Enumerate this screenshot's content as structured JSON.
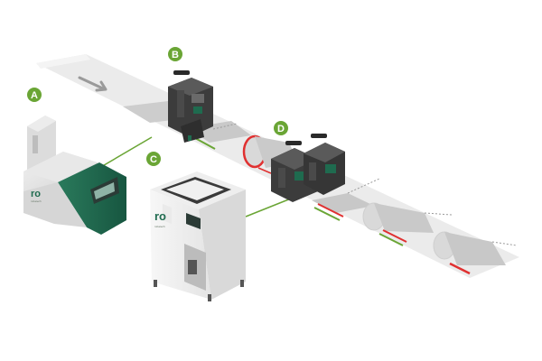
{
  "markers": [
    {
      "id": "A",
      "label": "A",
      "color": "#6aa535"
    },
    {
      "id": "B",
      "label": "B",
      "color": "#6aa535"
    },
    {
      "id": "C",
      "label": "C",
      "color": "#6aa535"
    },
    {
      "id": "D",
      "label": "D",
      "color": "#6aa535"
    }
  ],
  "brand": {
    "logo": "ro",
    "sublabel": "robatech"
  },
  "colors": {
    "conveyor": "#e9e9e9",
    "brand_green": "#1f6b4f",
    "marker_green": "#6aa535",
    "glue_red": "#e03030",
    "glue_green": "#6aa535",
    "connector_line": "#6aa535"
  },
  "icons": {
    "flow": "arrow-right-icon"
  }
}
